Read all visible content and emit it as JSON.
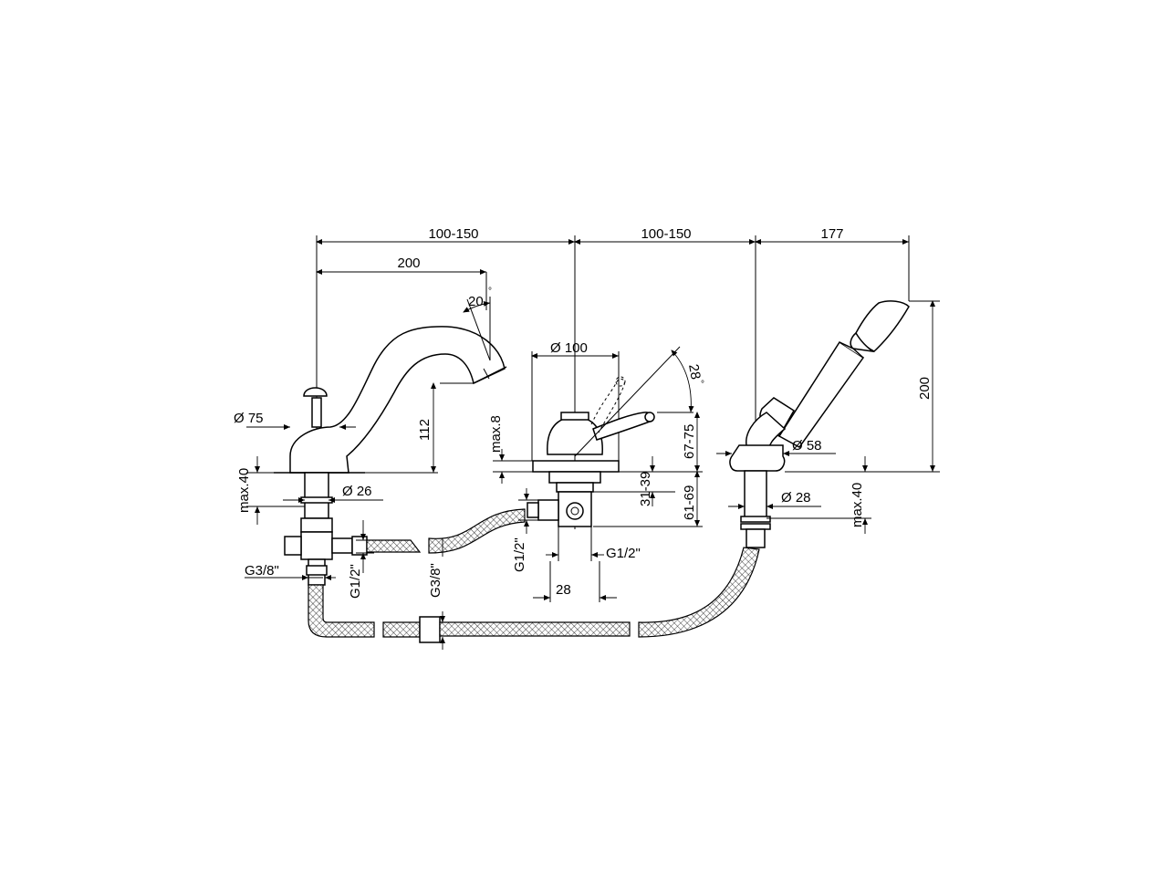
{
  "dimensions": {
    "top_left": "100-150",
    "top_mid": "100-150",
    "top_right": "177",
    "spout_length": "200",
    "spout_angle": "20",
    "diverter_angle": "28",
    "degree_mark": "°",
    "diverter_diameter": "Ø 100",
    "base_diameter_left": "Ø 75",
    "stem_diameter_left": "Ø 26",
    "spout_height": "112",
    "max_left": "max.40",
    "max_mid": "max.8",
    "handle_height": "67-75",
    "range_a": "31-39",
    "range_b": "61-69",
    "shower_height": "200",
    "shower_base_diameter": "Ø 58",
    "shower_stem_diameter": "Ø 28",
    "max_right": "max.40",
    "g_left": "G3/8\"",
    "g_left_vert": "G1/2\"",
    "g_mid_vert": "G3/8\"",
    "g_diverter_vert": "G1/2\"",
    "g_diverter_horiz": "G1/2\"",
    "width_28": "28"
  }
}
